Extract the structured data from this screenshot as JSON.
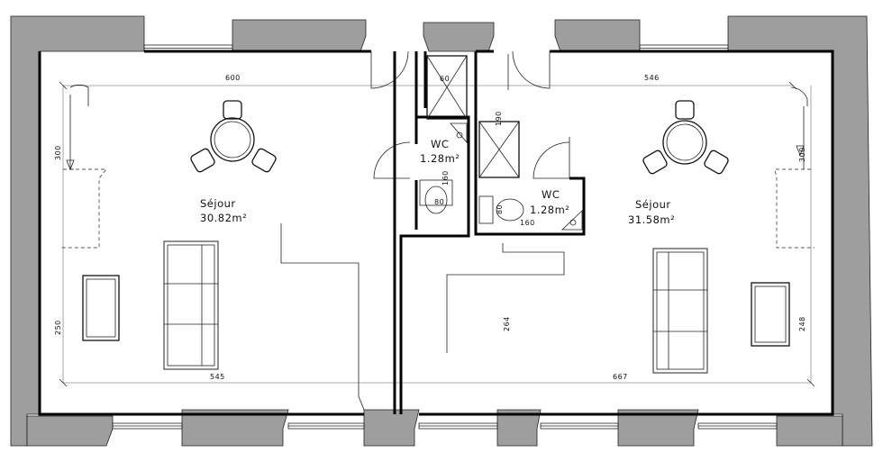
{
  "rooms": {
    "sejour_left": {
      "name": "Séjour",
      "area": "30.82m²"
    },
    "sejour_right": {
      "name": "Séjour",
      "area": "31.58m²"
    },
    "wc_left": {
      "name": "WC",
      "area": "1.28m²"
    },
    "wc_right": {
      "name": "WC",
      "area": "1.28m²"
    }
  },
  "dimensions": {
    "top_left": "600",
    "top_right": "546",
    "bottom_left": "545",
    "bottom_right": "667",
    "left_upper": "300",
    "left_lower": "250",
    "right_upper": "300",
    "right_lower": "248",
    "center_vertical": "264",
    "duct_width": "60",
    "duct_height": "190",
    "wc_left_80": "80",
    "wc_left_160": "160",
    "wc_right_80": "80",
    "wc_right_160": "160"
  },
  "colors": {
    "masonry": "#9e9e9e",
    "walls": "#000000",
    "background": "#ffffff"
  }
}
